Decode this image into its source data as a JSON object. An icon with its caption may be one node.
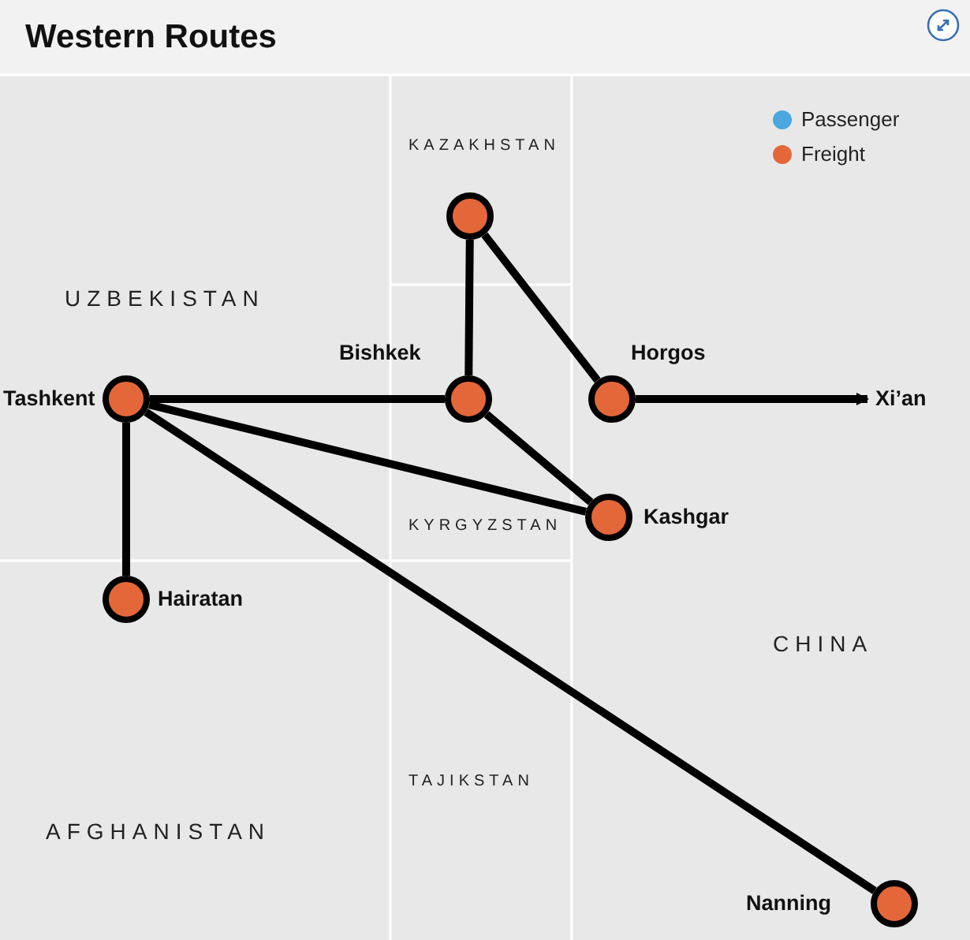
{
  "diagram": {
    "title": "Western Routes",
    "nodes": [
      {
        "text": [],
        "shape": "circle"
      },
      {
        "text": [
          "Tashkent"
        ]
      },
      {
        "text": [
          "Bishkek"
        ]
      },
      {
        "text": [
          "Horgos"
        ]
      },
      {
        "text": [
          "Xi’an"
        ]
      },
      {
        "text": [
          "Kashgar"
        ]
      },
      {
        "text": [
          "Hairatan"
        ]
      },
      {
        "text": [
          "Nanning"
        ]
      }
    ],
    "edges": [
      {
        "from": 0,
        "to": 2,
        "arrow": "none"
      },
      {
        "from": 0,
        "to": 3,
        "arrow": "none"
      },
      {
        "from": 1,
        "to": 2,
        "arrow": "none"
      },
      {
        "from": 3,
        "to": 4,
        "arrow": "to"
      },
      {
        "from": 1,
        "to": 5,
        "arrow": "none"
      },
      {
        "from": 2,
        "to": 5,
        "arrow": "none"
      },
      {
        "from": 1,
        "to": 6,
        "arrow": "none"
      },
      {
        "from": 1,
        "to": 7,
        "arrow": "none"
      }
    ],
    "labels": [
      "KAZAKHSTAN",
      "UZBEKISTAN",
      "KYRGYZSTAN",
      "CHINA",
      "TAJIKSTAN",
      "AFGHANISTAN"
    ],
    "legend": [
      {
        "text": "Passenger",
        "color": "#4aa8e0"
      },
      {
        "text": "Freight",
        "color": "#e4673a"
      }
    ]
  }
}
